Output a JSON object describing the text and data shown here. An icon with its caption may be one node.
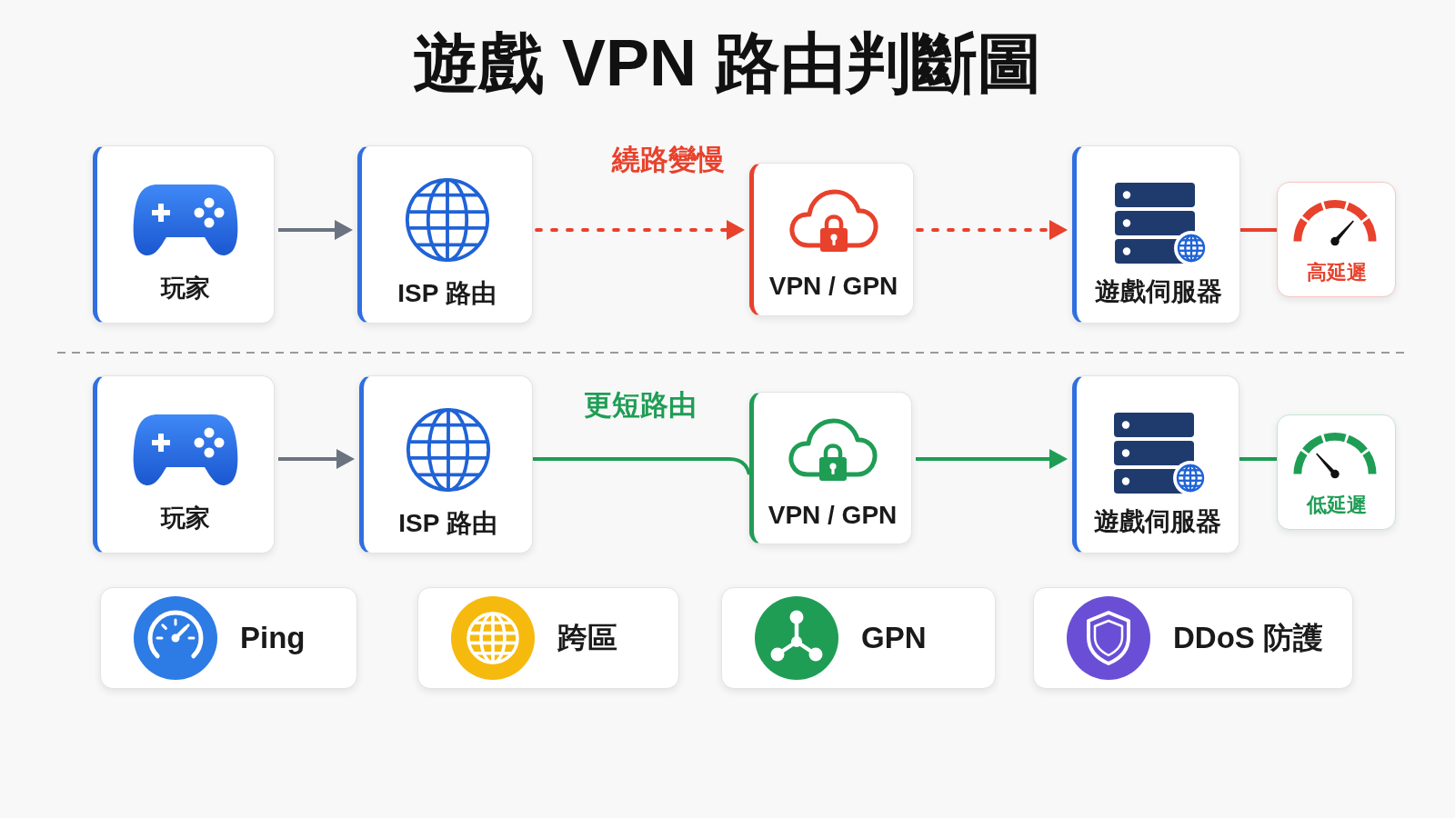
{
  "diagram": {
    "title": "遊戲 VPN 路由判斷圖",
    "nodes": [
      {
        "text": [
          "玩家"
        ]
      },
      {
        "text": [
          "ISP 路由"
        ]
      },
      {
        "text": [
          "VPN / GPN"
        ]
      },
      {
        "text": [
          "遊戲伺服器"
        ]
      },
      {
        "text": [
          "高延遲"
        ]
      },
      {
        "text": [
          "玩家"
        ]
      },
      {
        "text": [
          "ISP 路由"
        ]
      },
      {
        "text": [
          "VPN / GPN"
        ]
      },
      {
        "text": [
          "遊戲伺服器"
        ]
      },
      {
        "text": [
          "低延遲"
        ]
      },
      {
        "text": [
          "Ping"
        ]
      },
      {
        "text": [
          "跨區"
        ]
      },
      {
        "text": [
          "GPN"
        ]
      },
      {
        "text": [
          "DDoS 防護"
        ]
      }
    ],
    "edges": [
      {
        "from": 0,
        "to": 1,
        "arrow": "to",
        "color": "#6b7280"
      },
      {
        "from": 1,
        "to": 2,
        "arrow": "to",
        "label": "繞路變慢",
        "style": "dashed",
        "color": "#e8412c"
      },
      {
        "from": 2,
        "to": 3,
        "arrow": "to",
        "style": "dashed",
        "color": "#e8412c"
      },
      {
        "from": 3,
        "to": 4,
        "arrow": "none",
        "color": "#e8412c"
      },
      {
        "from": 5,
        "to": 6,
        "arrow": "to",
        "color": "#6b7280"
      },
      {
        "from": 6,
        "to": 7,
        "arrow": "none",
        "label": "更短路由",
        "color": "#1f9d55"
      },
      {
        "from": 7,
        "to": 8,
        "arrow": "to",
        "color": "#1f9d55"
      },
      {
        "from": 8,
        "to": 9,
        "arrow": "none",
        "color": "#1f9d55"
      }
    ]
  }
}
